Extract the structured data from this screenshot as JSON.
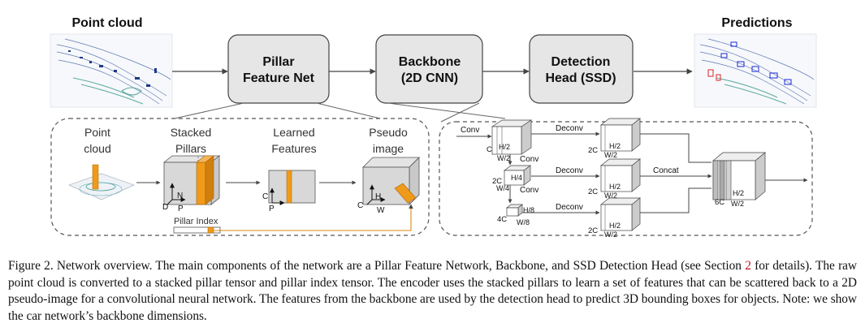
{
  "figure": {
    "top_labels": {
      "point_cloud": "Point cloud",
      "predictions": "Predictions"
    },
    "pipeline": [
      {
        "id": "pfn",
        "lines": [
          "Pillar",
          "Feature Net"
        ]
      },
      {
        "id": "backbone",
        "lines": [
          "Backbone",
          "(2D CNN)"
        ]
      },
      {
        "id": "head",
        "lines": [
          "Detection",
          "Head (SSD)"
        ]
      }
    ],
    "pfn_detail": {
      "stages": [
        {
          "lines": [
            "Point",
            "cloud"
          ]
        },
        {
          "lines": [
            "Stacked",
            "Pillars"
          ]
        },
        {
          "lines": [
            "Learned",
            "Features"
          ]
        },
        {
          "lines": [
            "Pseudo",
            "image"
          ]
        }
      ],
      "stacked_axes": {
        "n": "N",
        "d": "D",
        "p": "P"
      },
      "learned_axes": {
        "c": "C",
        "p": "P"
      },
      "pseudo_axes": {
        "c": "C",
        "h": "H",
        "w": "W"
      },
      "pillar_index": "Pillar Index"
    },
    "backbone_detail": {
      "conv": "Conv",
      "deconv": "Deconv",
      "concat": "Concat",
      "block1": {
        "ch": "C",
        "h": "H/2",
        "w": "W/2"
      },
      "block2": {
        "ch": "2C",
        "h": "H/4",
        "w": "W/4"
      },
      "block3": {
        "ch": "4C",
        "h": "H/8",
        "w": "W/8"
      },
      "up": {
        "ch": "2C",
        "h": "H/2",
        "w": "W/2"
      },
      "out": {
        "ch": "6C",
        "h": "H/2",
        "w": "W/2"
      }
    }
  },
  "caption": {
    "part1": "Figure 2. Network overview. The main components of the network are a Pillar Feature Network, Backbone, and SSD Detection Head (see Section ",
    "ref": "2",
    "part2": " for details). The raw point cloud is converted to a stacked pillar tensor and pillar index tensor. The encoder uses the stacked pillars to learn a set of features that can be scattered back to a 2D pseudo-image for a convolutional neural network. The features from the backbone are used by the detection head to predict 3D bounding boxes for objects. Note: we show the car network’s backbone dimensions."
  }
}
